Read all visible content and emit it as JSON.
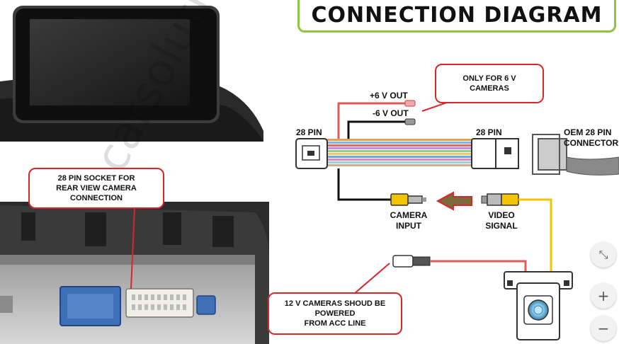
{
  "title": "CONNECTION DIAGRAM",
  "callouts": {
    "only_6v": "ONLY FOR 6 V\nCAMERAS",
    "socket": "28 PIN SOCKET FOR\nREAR VIEW CAMERA\nCONNECTION",
    "acc": "12 V CAMERAS SHOUD BE\nPOWERED\nFROM ACC LINE"
  },
  "labels": {
    "plus6v": "+6 V OUT",
    "minus6v": "-6 V OUT",
    "pin28_left": "28 PIN",
    "pin28_right": "28 PIN",
    "oem": "OEM 28 PIN\nCONNECTOR",
    "camera_input": "CAMERA\nINPUT",
    "video_signal": "VIDEO\nSIGNAL"
  },
  "watermark": "carsolutions.com",
  "zoom": {
    "fit": "⤡",
    "in": "+",
    "out": "−"
  },
  "colors": {
    "callout_border": "#d9262c",
    "title_border": "#8dc63f",
    "rca_yellow": "#f5c400",
    "power_red": "#e05a5a"
  }
}
